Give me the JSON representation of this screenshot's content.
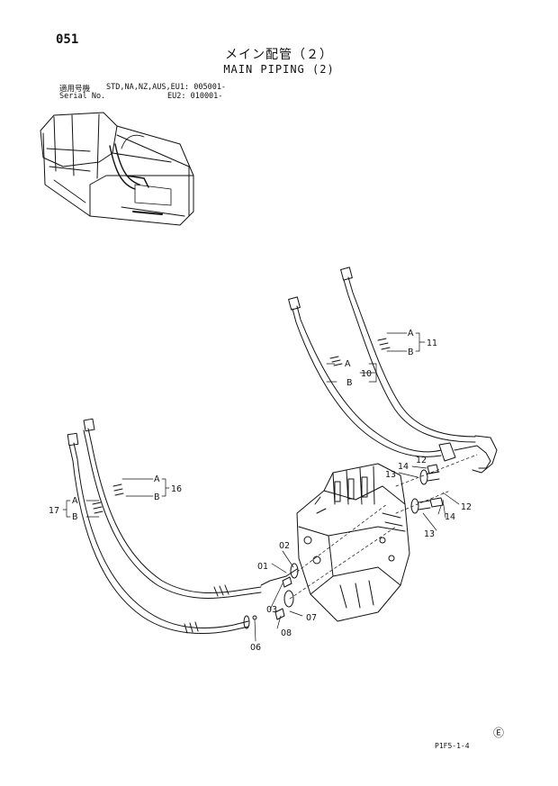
{
  "page_number": "051",
  "title_jp": "メイン配管（２）",
  "title_en": "MAIN PIPING (2)",
  "serial": {
    "label_jp": "適用号機",
    "label_en": "Serial No.",
    "line1": "STD,NA,NZ,AUS,EU1: 005001-",
    "line2": "EU2: 010001-"
  },
  "callouts": {
    "p01": "01",
    "p02": "02",
    "p03": "03",
    "p06": "06",
    "p07": "07",
    "p08": "08",
    "p10": "10",
    "p11": "11",
    "p12a": "12",
    "p12b": "12",
    "p13a": "13",
    "p13b": "13",
    "p14a": "14",
    "p14b": "14",
    "p16": "16",
    "p17": "17",
    "a10": "A",
    "b10": "B",
    "a11": "A",
    "b11": "B",
    "a16": "A",
    "b16": "B",
    "a17": "A",
    "b17": "B"
  },
  "circle_mark": "Ⓔ",
  "figure_ref": "P1F5-1-4"
}
